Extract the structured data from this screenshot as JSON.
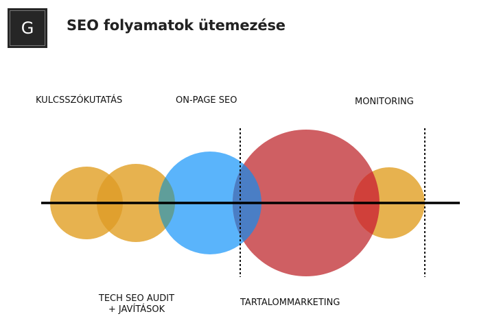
{
  "header": {
    "logo_letter": "G",
    "title": "SEO folyamatok ütemezése"
  },
  "colors": {
    "yellow": "#e7b24f",
    "yellow_overlap": "#e0a02e",
    "blue": "#5ab4fb",
    "blue_overlap": "#4a7ec5",
    "red": "#cf5f63",
    "red_overlap": "#d0403a",
    "dark_overlap": "#5f7e6f",
    "line": "#000000"
  },
  "labels": {
    "keyword_research": "KULCSSZÓKUTATÁS",
    "on_page_seo": "ON-PAGE SEO",
    "monitoring": "MONITORING",
    "tech_seo_line1": "TECH SEO AUDIT",
    "tech_seo_line2": "+ JAVÍTÁSOK",
    "content_marketing": "TARTALOMMARKETING"
  }
}
